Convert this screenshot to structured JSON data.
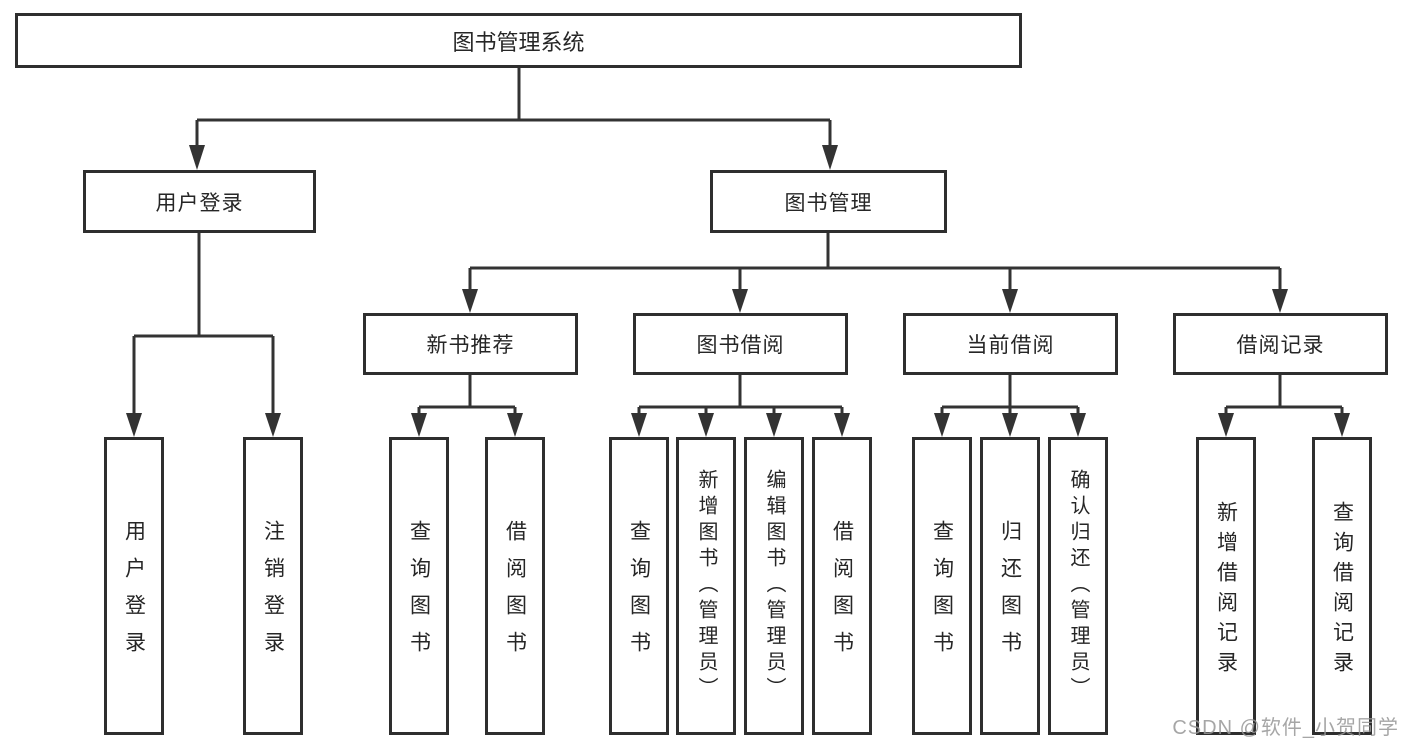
{
  "diagram": {
    "type": "hierarchy-tree",
    "orientation": "top-down"
  },
  "colors": {
    "line": "#333333",
    "box_border": "#2e2e2e",
    "box_background": "#ffffff",
    "text": "#262626",
    "watermark": "#969696"
  },
  "tree": {
    "root": {
      "label": "图书管理系统",
      "children": [
        {
          "label": "用户登录",
          "children": [
            {
              "label": "用户登录"
            },
            {
              "label": "注销登录"
            }
          ]
        },
        {
          "label": "图书管理",
          "children": [
            {
              "label": "新书推荐",
              "children": [
                {
                  "label": "查询图书"
                },
                {
                  "label": "借阅图书"
                }
              ]
            },
            {
              "label": "图书借阅",
              "children": [
                {
                  "label": "查询图书"
                },
                {
                  "label": "新增图书（管理员）"
                },
                {
                  "label": "编辑图书（管理员）"
                },
                {
                  "label": "借阅图书"
                }
              ]
            },
            {
              "label": "当前借阅",
              "children": [
                {
                  "label": "查询图书"
                },
                {
                  "label": "归还图书"
                },
                {
                  "label": "确认归还（管理员）"
                }
              ]
            },
            {
              "label": "借阅记录",
              "children": [
                {
                  "label": "新增借阅记录"
                },
                {
                  "label": "查询借阅记录"
                }
              ]
            }
          ]
        }
      ]
    }
  },
  "watermark": {
    "text": "CSDN @软件_小贺同学"
  }
}
